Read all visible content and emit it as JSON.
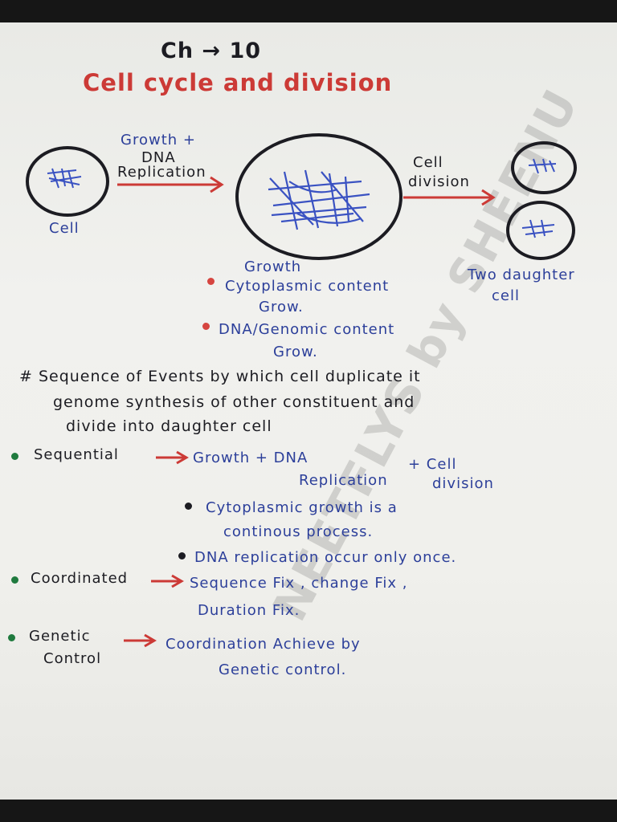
{
  "title": {
    "chapter": "Ch → 10",
    "topic": "Cell cycle and division"
  },
  "diagram": {
    "cell_label": "Cell",
    "arrow1_label": [
      "Growth +",
      "DNA",
      "Replication"
    ],
    "arrow2_label": [
      "Cell",
      "division"
    ],
    "daughter_label": [
      "Two daughter",
      "cell"
    ],
    "growth_heading": "Growth",
    "growth_points": [
      [
        "Cytoplasmic content",
        "Grow."
      ],
      [
        "DNA/Genomic content",
        "Grow."
      ]
    ]
  },
  "definition": [
    "# Sequence of Events by which cell duplicate it",
    "genome synthesis of other constituent and",
    "divide into daughter cell"
  ],
  "features": {
    "sequential": {
      "label": "Sequential",
      "part1": "Growth + DNA",
      "part1b": "Replication",
      "part2": "+ Cell",
      "part2b": "division",
      "notes": [
        [
          "Cytoplasmic growth is a",
          "continous process."
        ],
        [
          "DNA replication occur only once."
        ]
      ]
    },
    "coordinated": {
      "label": "Coordinated",
      "text": [
        "Sequence Fix , change Fix ,",
        "Duration Fix."
      ]
    },
    "genetic": {
      "label": [
        "Genetic",
        "Control"
      ],
      "text": [
        "Coordination Achieve by",
        "Genetic control."
      ]
    }
  },
  "watermark": "NEETFLYS by SHEENU",
  "colors": {
    "ink_blue": "#2c3f9a",
    "ink_red": "#cc3a36",
    "ink_black": "#1c1c22",
    "bullet_green": "#1f7a3e"
  }
}
